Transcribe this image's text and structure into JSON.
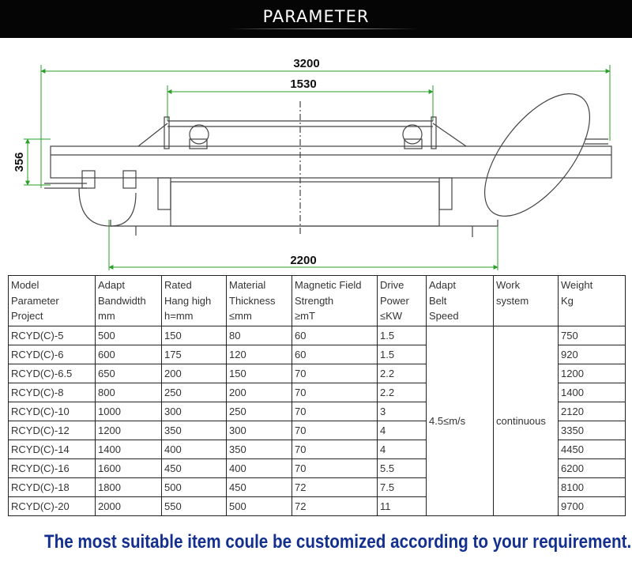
{
  "banner": {
    "title": "PARAMETER"
  },
  "drawing": {
    "dim_overall_length": "3200",
    "dim_hanger_span": "1530",
    "dim_height": "356",
    "dim_body_length": "2200"
  },
  "table": {
    "headers": [
      [
        "Model",
        "Parameter",
        "Project"
      ],
      [
        "Adapt",
        "Bandwidth",
        "mm"
      ],
      [
        "Rated",
        "Hang high",
        "h=mm"
      ],
      [
        "Material",
        "Thickness",
        "≤mm"
      ],
      [
        "Magnetic Field",
        "Strength",
        "≥mT"
      ],
      [
        "Drive",
        "Power",
        "≤KW"
      ],
      [
        "Adapt",
        "Belt",
        "Speed"
      ],
      [
        "Work",
        "system",
        ""
      ],
      [
        "Weight",
        "Kg",
        ""
      ]
    ],
    "rows": [
      {
        "model": "RCYD(C)-5",
        "bandwidth": "500",
        "hang_high": "150",
        "thickness": "80",
        "field": "60",
        "power": "1.5",
        "weight": "750"
      },
      {
        "model": "RCYD(C)-6",
        "bandwidth": "600",
        "hang_high": "175",
        "thickness": "120",
        "field": "60",
        "power": "1.5",
        "weight": "920"
      },
      {
        "model": "RCYD(C)-6.5",
        "bandwidth": "650",
        "hang_high": "200",
        "thickness": "150",
        "field": "70",
        "power": "2.2",
        "weight": "1200"
      },
      {
        "model": "RCYD(C)-8",
        "bandwidth": "800",
        "hang_high": "250",
        "thickness": "200",
        "field": "70",
        "power": "2.2",
        "weight": "1400"
      },
      {
        "model": "RCYD(C)-10",
        "bandwidth": "1000",
        "hang_high": "300",
        "thickness": "250",
        "field": "70",
        "power": "3",
        "weight": "2120"
      },
      {
        "model": "RCYD(C)-12",
        "bandwidth": "1200",
        "hang_high": "350",
        "thickness": "300",
        "field": "70",
        "power": "4",
        "weight": "3350"
      },
      {
        "model": "RCYD(C)-14",
        "bandwidth": "1400",
        "hang_high": "400",
        "thickness": "350",
        "field": "70",
        "power": "4",
        "weight": "4450"
      },
      {
        "model": "RCYD(C)-16",
        "bandwidth": "1600",
        "hang_high": "450",
        "thickness": "400",
        "field": "70",
        "power": "5.5",
        "weight": "6200"
      },
      {
        "model": "RCYD(C)-18",
        "bandwidth": "1800",
        "hang_high": "500",
        "thickness": "450",
        "field": "72",
        "power": "7.5",
        "weight": "8100"
      },
      {
        "model": "RCYD(C)-20",
        "bandwidth": "2000",
        "hang_high": "550",
        "thickness": "500",
        "field": "72",
        "power": "11",
        "weight": "9700"
      }
    ],
    "belt_speed": "4.5≤m/s",
    "work_system": "continuous"
  },
  "footer": {
    "text": "The most suitable item coule be customized according to your requirement."
  },
  "colors": {
    "banner_bg": "#050505",
    "footer_text": "#14308f",
    "drawing_line": "#444444",
    "dimension_line": "#2aa02a"
  }
}
